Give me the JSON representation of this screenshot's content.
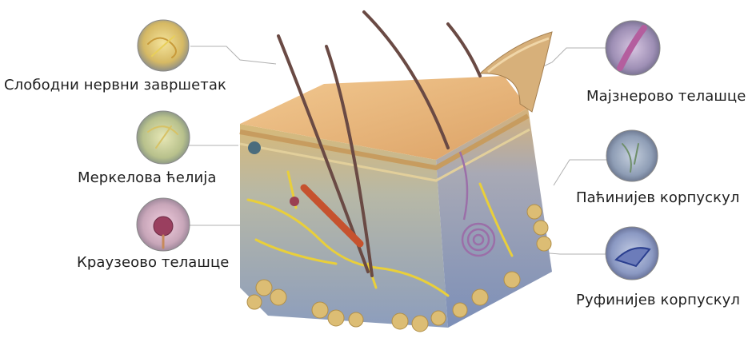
{
  "labels": {
    "free_nerve_ending": "Слободни нервни завршетак",
    "merkel_cell": "Меркелова ћелија",
    "krause_bulb": "Краузеово телашце",
    "meissner_corpuscle": "Мајзнерово телашце",
    "pacinian_corpuscle": "Паћинијев корпускул",
    "ruffini_corpuscle": "Руфинијев корпускул"
  },
  "colors": {
    "epidermis_top": "#e7b27a",
    "epidermis_side": "#cfa76a",
    "dermis": "#b9bcc4",
    "hypodermis": "#8ea0be",
    "fat": "#d9b56b",
    "hair": "#6a4a44",
    "nerve": "#e9cf3a",
    "leader_line": "#b0b0b0"
  }
}
